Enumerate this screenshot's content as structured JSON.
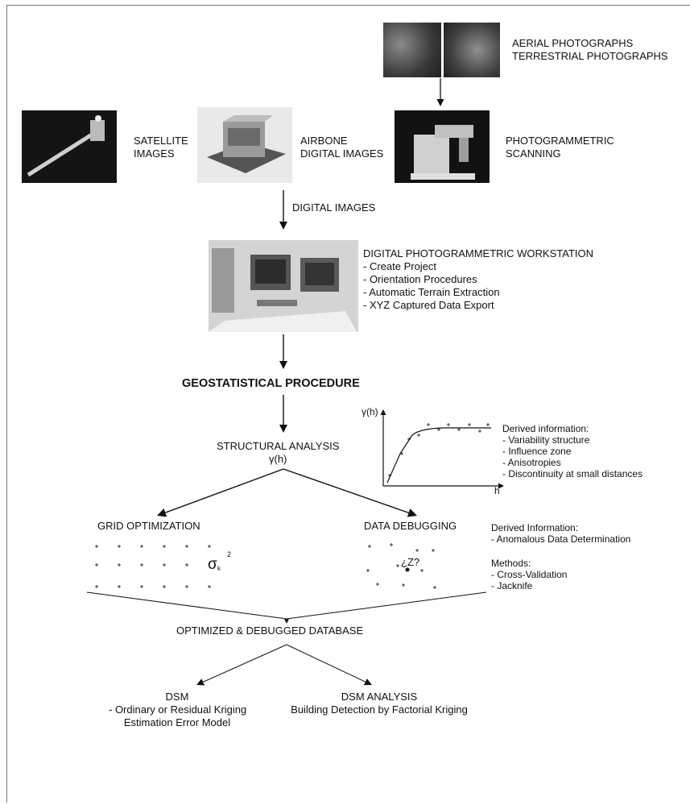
{
  "sources": {
    "aerial": {
      "lines": [
        "AERIAL PHOTOGRAPHS",
        "TERRESTRIAL PHOTOGRAPHS"
      ]
    },
    "satellite": {
      "lines": [
        "SATELLITE",
        "IMAGES"
      ]
    },
    "airbone": {
      "lines": [
        "AIRBONE",
        "DIGITAL IMAGES"
      ]
    },
    "scanning": {
      "lines": [
        "PHOTOGRAMMETRIC",
        "SCANNING"
      ]
    },
    "digital_images_label": "DIGITAL IMAGES"
  },
  "workstation": {
    "title": "DIGITAL PHOTOGRAMMETRIC WORKSTATION",
    "items": [
      "- Create Project",
      "- Orientation Procedures",
      "- Automatic Terrain Extraction",
      "- XYZ Captured Data Export"
    ]
  },
  "geostat": {
    "title": "GEOSTATISTICAL PROCEDURE",
    "structural_label": "STRUCTURAL ANALYSIS",
    "gamma_label": "γ(h)"
  },
  "variogram": {
    "y_label": "γ(h)",
    "x_label": "h",
    "derived_title": "Derived information:",
    "derived_items": [
      "- Variability structure",
      "- Influence zone",
      "- Anisotropies",
      "- Discontinuity at small distances"
    ]
  },
  "grid": {
    "title": "GRID OPTIMIZATION",
    "sigma_main": "σ",
    "sigma_sub": "k",
    "sigma_sup": "2"
  },
  "debug": {
    "title": "DATA DEBUGGING",
    "unknown_label": "¿Z?",
    "derived_title": "Derived Information:",
    "derived_items": [
      "- Anomalous Data Determination"
    ],
    "methods_title": "Methods:",
    "methods_items": [
      "- Cross-Validation",
      "- Jacknife"
    ]
  },
  "database": {
    "title": "OPTIMIZED & DEBUGGED DATABASE"
  },
  "dsm": {
    "lines": [
      "DSM",
      "- Ordinary or Residual Kriging",
      "Estimation Error Model"
    ]
  },
  "dsm_analysis": {
    "lines": [
      "DSM ANALYSIS",
      "Building Detection by Factorial Kriging"
    ]
  },
  "colors": {
    "line": "#111111",
    "text": "#111111",
    "photo_dark": "#2a2a2a",
    "photo_light": "#d9d9d9"
  }
}
